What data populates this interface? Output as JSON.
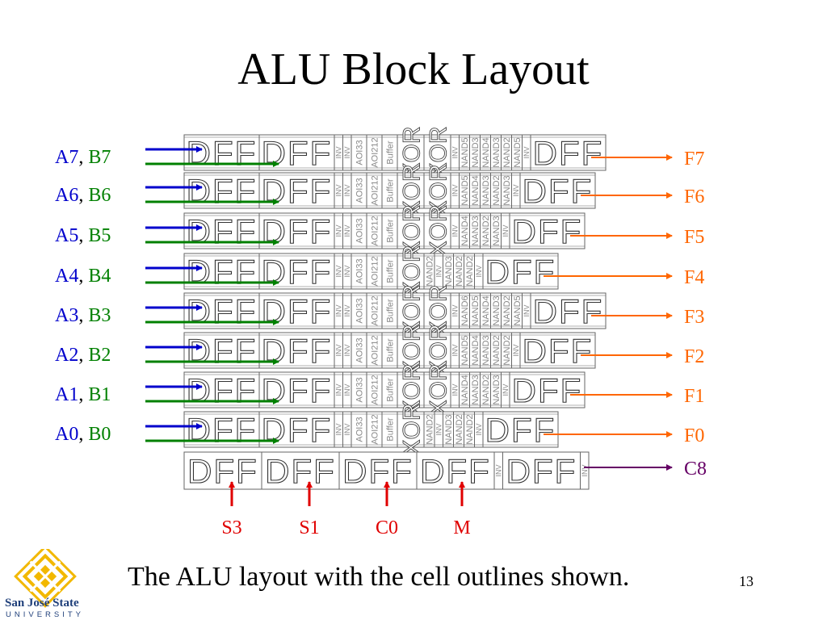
{
  "slide": {
    "title": "ALU Block Layout",
    "caption": "The ALU layout with the cell outlines shown.",
    "page_number": "13"
  },
  "logo": {
    "name": "San José State",
    "subtitle": "UNIVERSITY",
    "color": "#f2b800",
    "text_color": "#1f3f7a"
  },
  "colors": {
    "a_input": "#0000cc",
    "b_input": "#008000",
    "f_output": "#ff6600",
    "carry_out": "#660066",
    "control": "#e00000",
    "cell_outline": "#666666",
    "cell_text": "#888888"
  },
  "rows": [
    {
      "a": "A7",
      "b": "B7",
      "f": "F7",
      "cells": [
        "DFF",
        "DFF",
        "INV",
        "INV",
        "AOI33",
        "AOI212",
        "Buffer",
        "XOR",
        "XOR",
        "INV",
        "NAND5",
        "NAND3",
        "NAND4",
        "NAND3",
        "NAND2",
        "NAND5",
        "INV",
        "DFF"
      ]
    },
    {
      "a": "A6",
      "b": "B6",
      "f": "F6",
      "cells": [
        "DFF",
        "DFF",
        "INV",
        "INV",
        "AOI33",
        "AOI212",
        "Buffer",
        "XOR",
        "XOR",
        "INV",
        "NAND5",
        "NAND4",
        "NAND3",
        "NAND2",
        "NAND3",
        "INV",
        "DFF"
      ]
    },
    {
      "a": "A5",
      "b": "B5",
      "f": "F5",
      "cells": [
        "DFF",
        "DFF",
        "INV",
        "INV",
        "AOI33",
        "AOI212",
        "Buffer",
        "XOR",
        "XOR",
        "INV",
        "NAND4",
        "NAND3",
        "NAND2",
        "NAND3",
        "INV",
        "DFF"
      ]
    },
    {
      "a": "A4",
      "b": "B4",
      "f": "F4",
      "cells": [
        "DFF",
        "DFF",
        "INV",
        "INV",
        "AOI33",
        "AOI212",
        "Buffer",
        "XOR",
        "NAND2",
        "INV",
        "NAND3",
        "NAND2",
        "NAND2",
        "INV",
        "DFF"
      ]
    },
    {
      "a": "A3",
      "b": "B3",
      "f": "F3",
      "cells": [
        "DFF",
        "DFF",
        "INV",
        "INV",
        "AOI33",
        "AOI212",
        "Buffer",
        "XOR",
        "XOR",
        "INV",
        "NAND6",
        "NAND5",
        "NAND4",
        "NAND3",
        "NAND2",
        "NAND5",
        "INV",
        "DFF"
      ]
    },
    {
      "a": "A2",
      "b": "B2",
      "f": "F2",
      "cells": [
        "DFF",
        "DFF",
        "INV",
        "INV",
        "AOI33",
        "AOI212",
        "Buffer",
        "XOR",
        "XOR",
        "INV",
        "NAND5",
        "NAND4",
        "NAND3",
        "NAND2",
        "NAND2",
        "INV",
        "DFF"
      ]
    },
    {
      "a": "A1",
      "b": "B1",
      "f": "F1",
      "cells": [
        "DFF",
        "DFF",
        "INV",
        "INV",
        "AOI33",
        "AOI212",
        "Buffer",
        "XOR",
        "XOR",
        "INV",
        "NAND4",
        "NAND3",
        "NAND2",
        "NAND3",
        "INV",
        "DFF"
      ]
    },
    {
      "a": "A0",
      "b": "B0",
      "f": "F0",
      "cells": [
        "DFF",
        "DFF",
        "INV",
        "INV",
        "AOI33",
        "AOI212",
        "Buffer",
        "XOR",
        "NAND2",
        "INV",
        "NAND3",
        "NAND2",
        "NAND2",
        "INV",
        "DFF"
      ]
    }
  ],
  "bottom_row": {
    "cells": [
      "DFF",
      "DFF",
      "DFF",
      "DFF",
      "INV",
      "DFF",
      "INV"
    ],
    "carry_out": "C8"
  },
  "controls": [
    "S3",
    "S1",
    "C0",
    "M"
  ]
}
